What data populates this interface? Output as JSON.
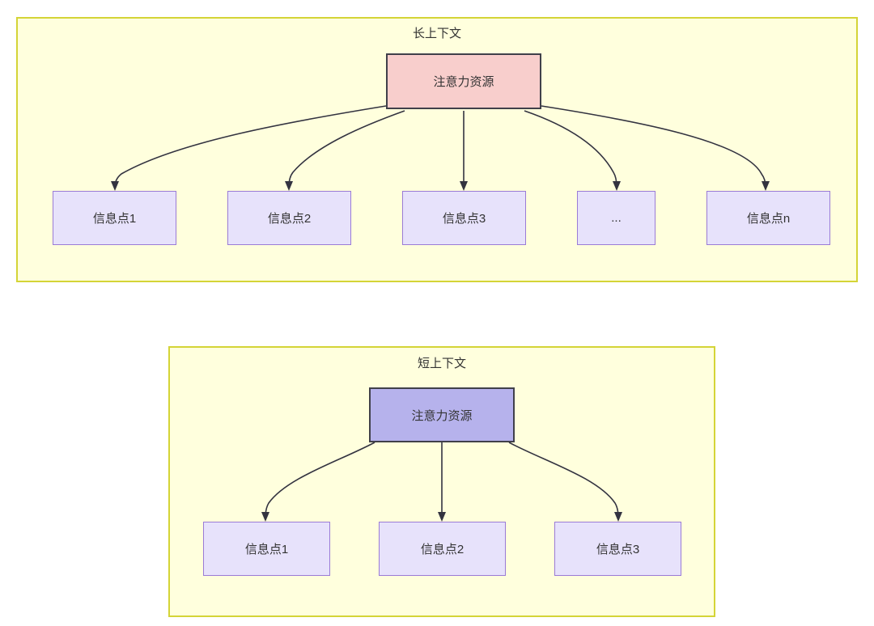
{
  "diagram": {
    "type": "flowchart",
    "title": "attention-resource-context-comparison",
    "colors": {
      "group_fill": "#ffffdd",
      "group_border": "#d4d437",
      "attention_long_fill": "#f8cecc",
      "attention_short_fill": "#b6b2ec",
      "node_border_dark": "#40404a",
      "info_fill": "#e7e2fb",
      "info_border": "#9a7bd6",
      "edge": "#333340",
      "text": "#333333",
      "page_bg": "#ffffff"
    },
    "groups": [
      {
        "id": "long-context",
        "title": "长上下文",
        "root": {
          "id": "attention-long",
          "label": "注意力资源"
        },
        "children": [
          {
            "id": "info-1",
            "label": "信息点1"
          },
          {
            "id": "info-2",
            "label": "信息点2"
          },
          {
            "id": "info-3",
            "label": "信息点3"
          },
          {
            "id": "info-ellipsis",
            "label": "..."
          },
          {
            "id": "info-n",
            "label": "信息点n"
          }
        ]
      },
      {
        "id": "short-context",
        "title": "短上下文",
        "root": {
          "id": "attention-short",
          "label": "注意力资源"
        },
        "children": [
          {
            "id": "info-s1",
            "label": "信息点1"
          },
          {
            "id": "info-s2",
            "label": "信息点2"
          },
          {
            "id": "info-s3",
            "label": "信息点3"
          }
        ]
      }
    ]
  }
}
